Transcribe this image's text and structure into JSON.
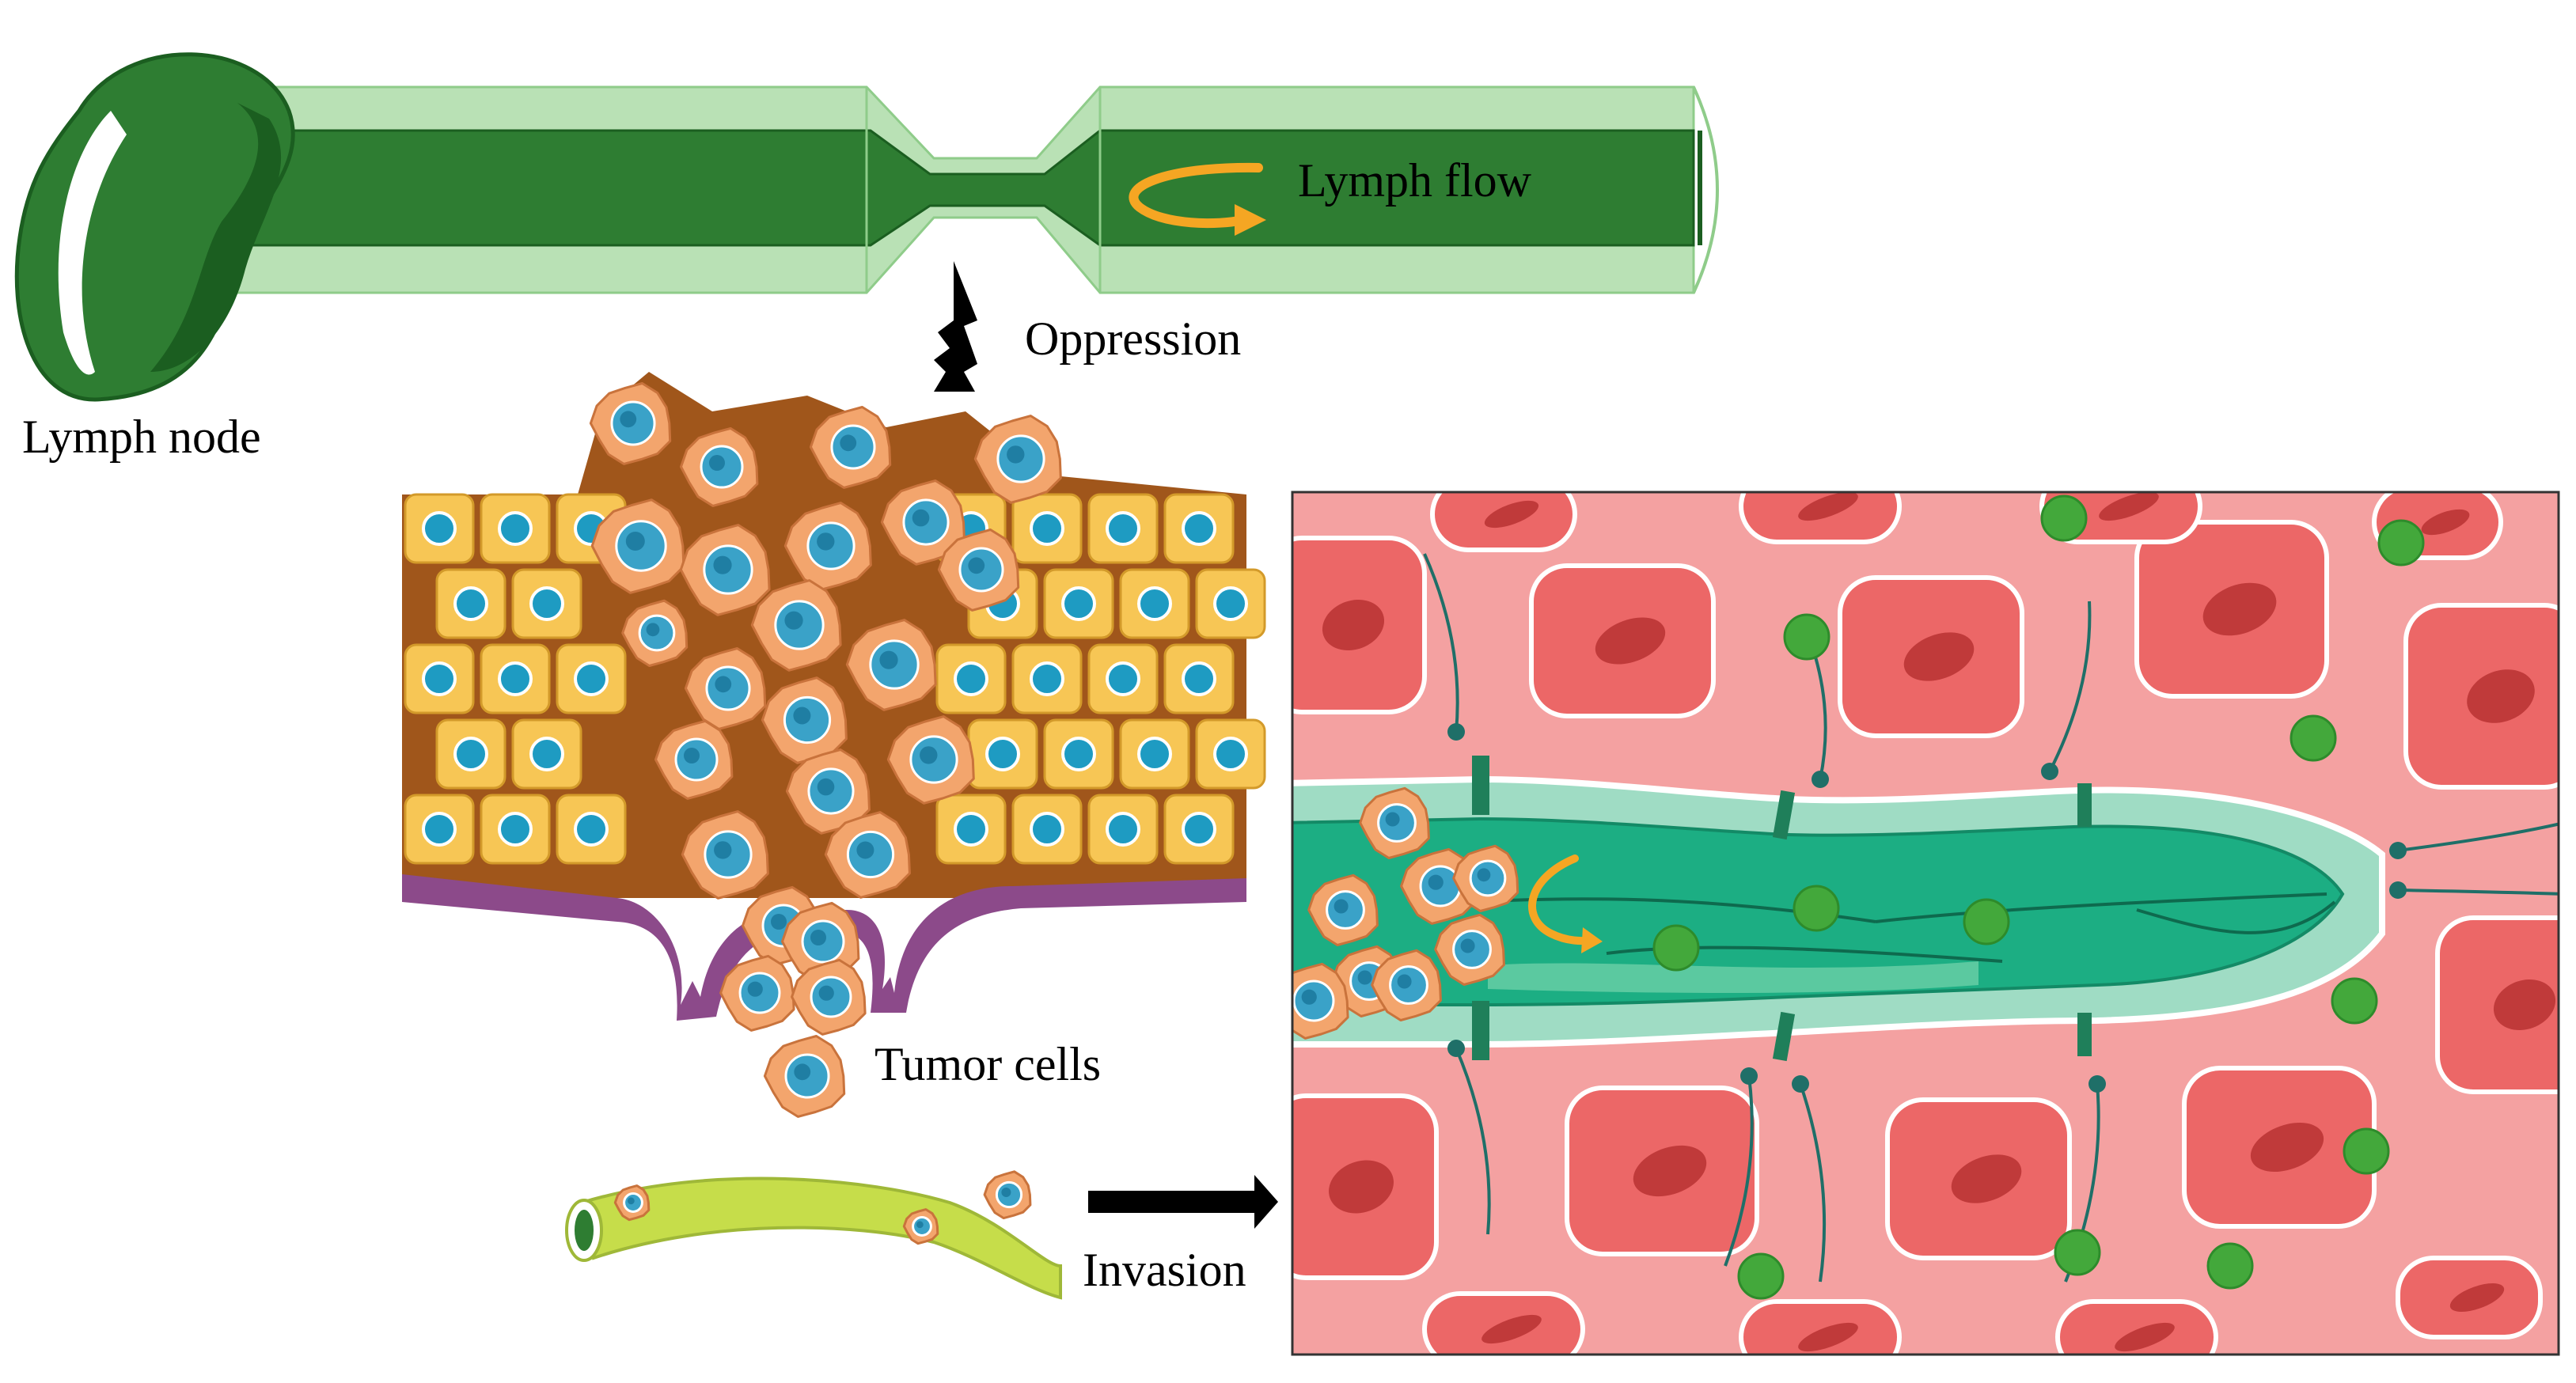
{
  "labels": {
    "lymph_node": "Lymph node",
    "lymph_flow": "Lymph flow",
    "oppression": "Oppression",
    "tumor_cells": "Tumor cells",
    "invasion": "Invasion"
  },
  "colors": {
    "vessel_dark": "#2e7d32",
    "vessel_light": "#b9e1b5",
    "node_dark": "#1b5e20",
    "flow_arrow": "#f5a623",
    "normal_cell": "#f7c655",
    "normal_nucleus": "#1e9bc2",
    "tumor_cell": "#f3a56d",
    "tumor_nucleus": "#3aa2c8",
    "stroma": "#a0561b",
    "basement": "#8c4a8a",
    "tissue_bg": "#f4a1a1",
    "tissue_cell": "#ec6767",
    "tissue_nucleus": "#c03a3a",
    "lymph_vessel": "#1cae83",
    "lymph_vessel_light": "#9fdcc4",
    "lymphocyte": "#43a83b",
    "blood_vessel": "#c6dd4a"
  }
}
